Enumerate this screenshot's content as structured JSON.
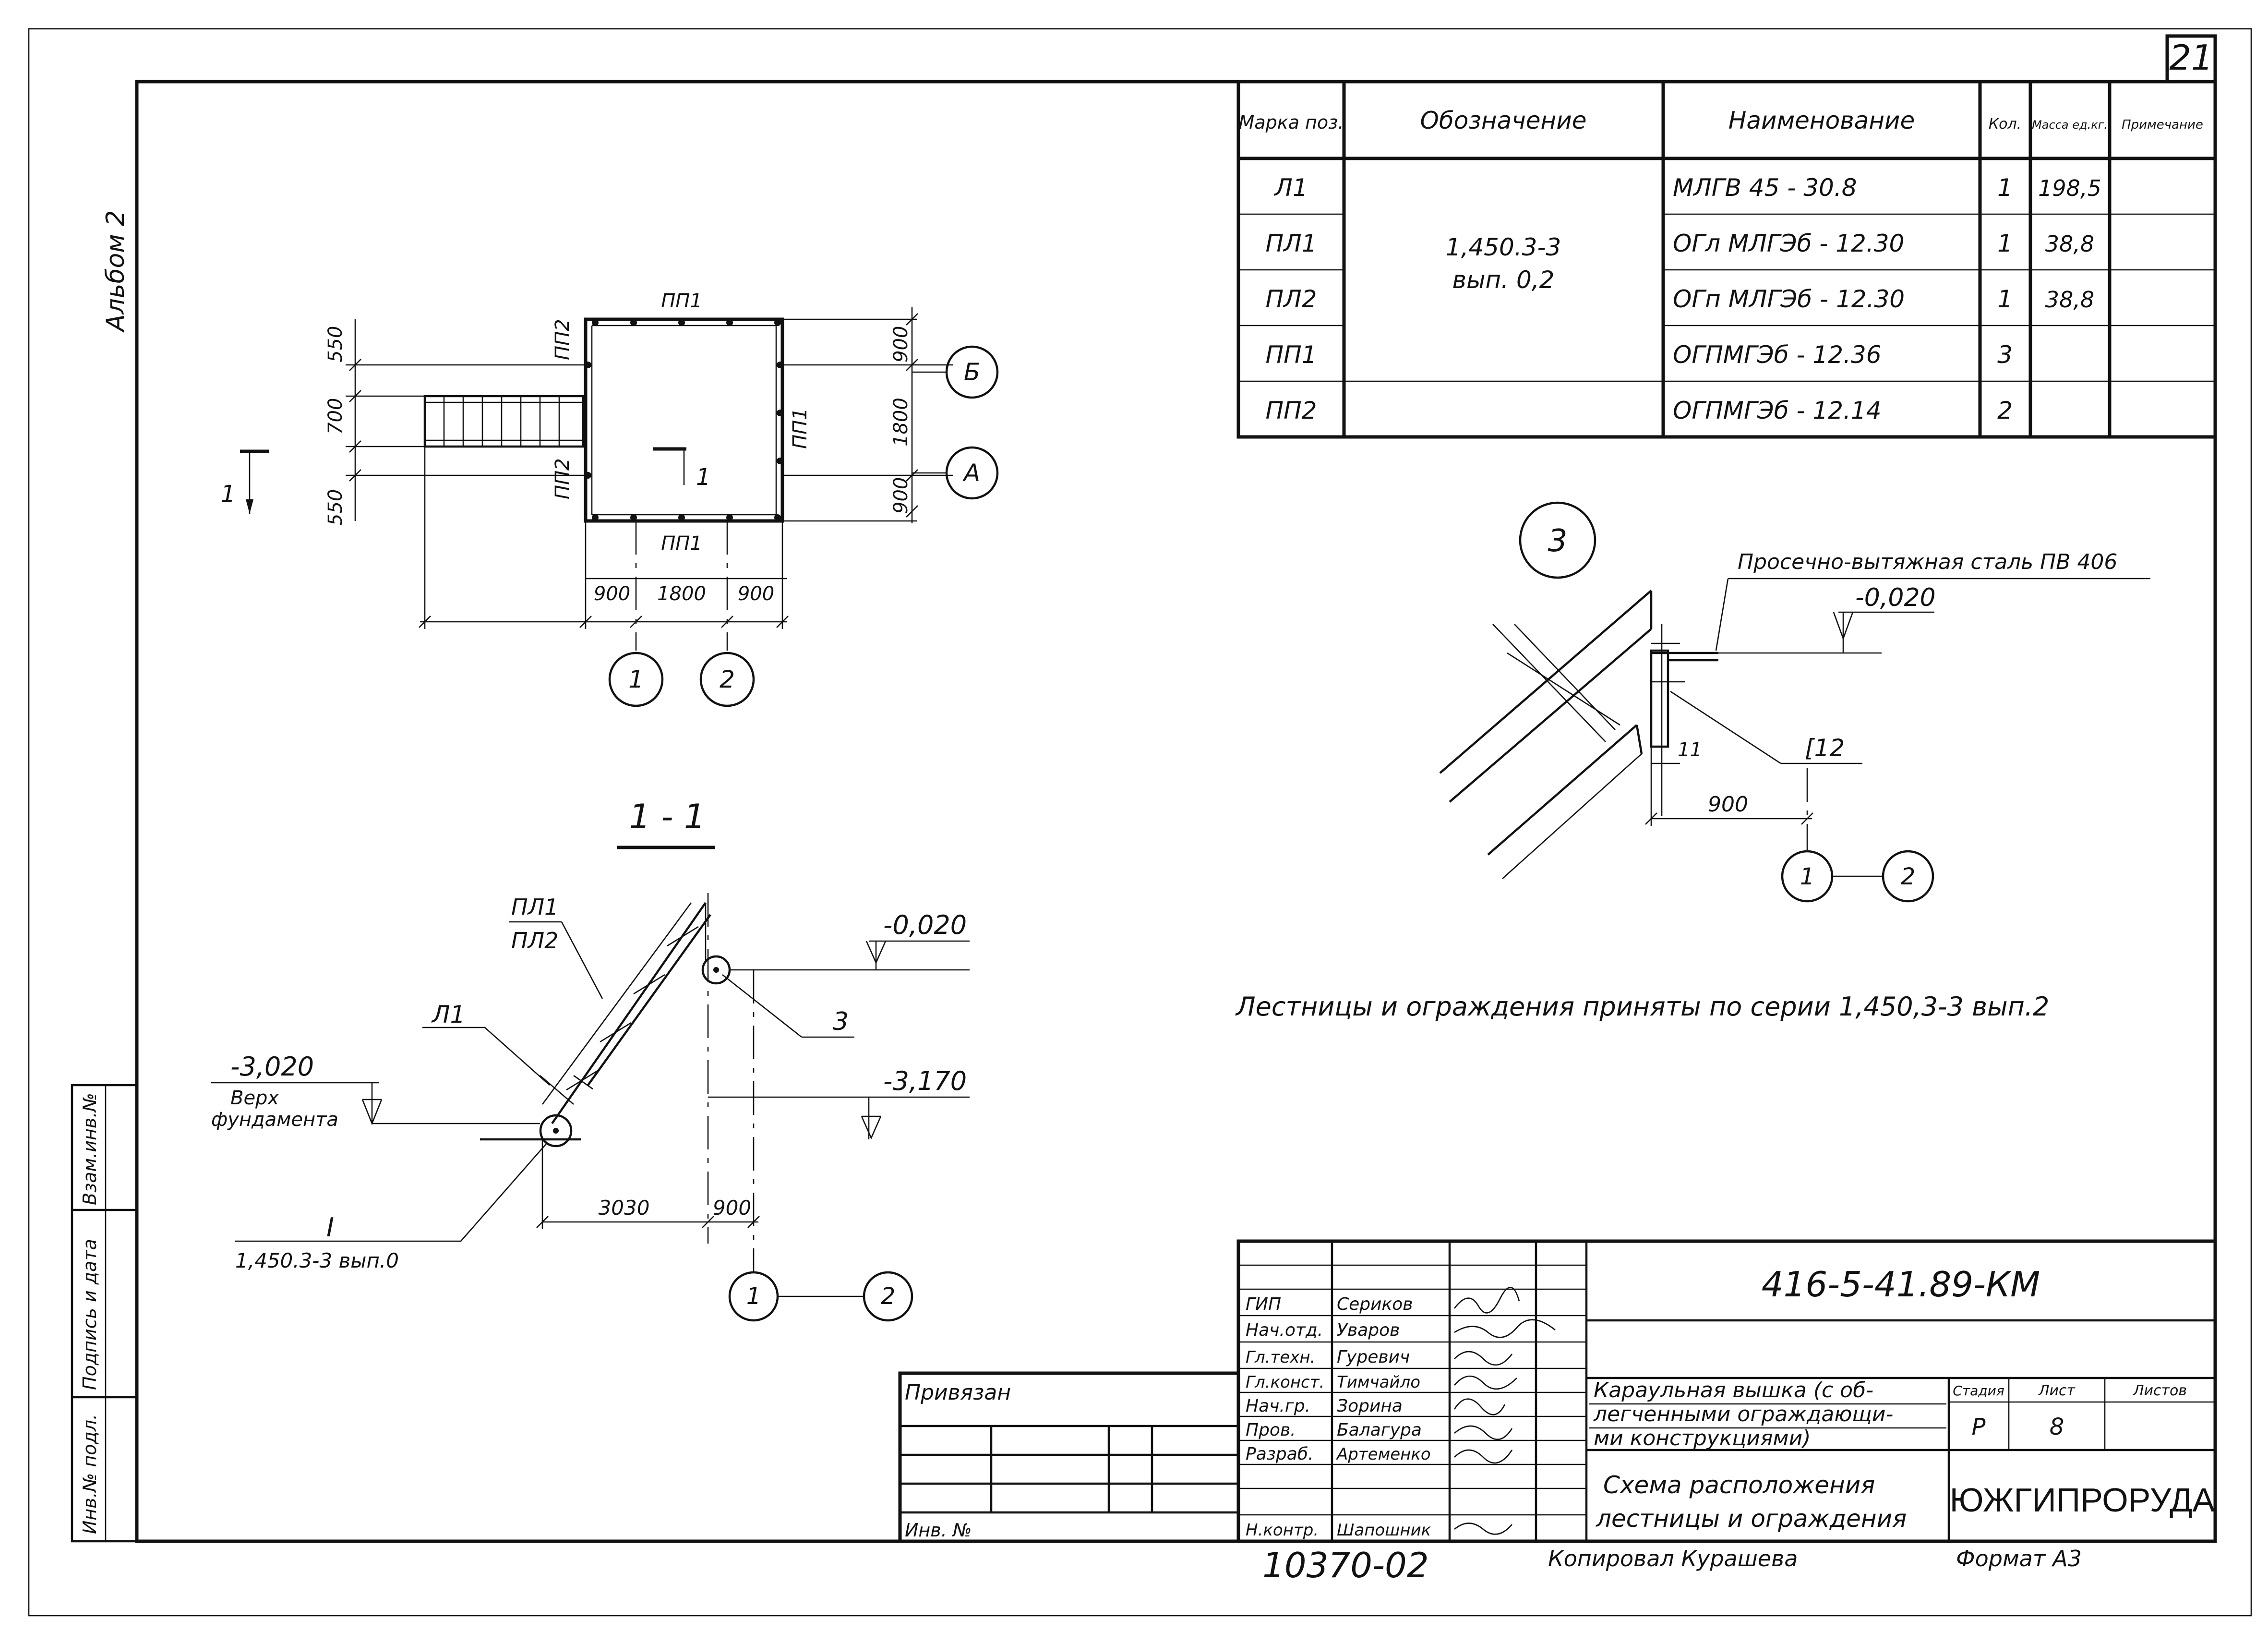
{
  "sheet": {
    "page_number": "21",
    "album": "Альбом 2",
    "tie_in": "Привязан",
    "inv_no": "Инв. №",
    "copied_by": "Копировал Курашева",
    "format": "Формат А3",
    "archive_number": "10370-02",
    "side_stamp": [
      "Инв.№ подл.",
      "Подпись и дата",
      "Взам.инв.№"
    ]
  },
  "spec_table": {
    "headers": [
      "Марка поз.",
      "Обозначение",
      "Наименование",
      "Кол.",
      "Масса ед.кг.",
      "Примечание"
    ],
    "designation": [
      "1,450.3-3",
      "вып. 0,2"
    ],
    "rows": [
      {
        "mark": "Л1",
        "name": "МЛГВ 45 - 30.8",
        "qty": "1",
        "mass": "198,5",
        "note": ""
      },
      {
        "mark": "ПЛ1",
        "name": "ОГл МЛГЭб - 12.30",
        "qty": "1",
        "mass": "38,8",
        "note": ""
      },
      {
        "mark": "ПЛ2",
        "name": "ОГп МЛГЭб - 12.30",
        "qty": "1",
        "mass": "38,8",
        "note": ""
      },
      {
        "mark": "ПП1",
        "name": "ОГПМГЭб - 12.36",
        "qty": "3",
        "mass": "",
        "note": ""
      },
      {
        "mark": "ПП2",
        "name": "ОГПМГЭб - 12.14",
        "qty": "2",
        "mass": "",
        "note": ""
      }
    ]
  },
  "plan": {
    "labels": {
      "top": "ПП1",
      "bottom": "ПП1",
      "right": "ПП1",
      "left_top": "ПП2",
      "left_bottom": "ПП2"
    },
    "dims_left": [
      "550",
      "700",
      "550"
    ],
    "dims_right": [
      "900",
      "1800",
      "900"
    ],
    "dims_bottom": [
      "900",
      "1800",
      "900"
    ],
    "axes_rows": [
      "Б",
      "А"
    ],
    "axes_cols": [
      "1",
      "2"
    ],
    "section_mark": "1"
  },
  "section": {
    "title": "1 - 1",
    "stair_label_top": "ПЛ1",
    "stair_label_bottom": "ПЛ2",
    "stair_mark": "Л1",
    "node_mark": "3",
    "level_top": "-0,020",
    "level_mid": "-3,170",
    "level_base": "-3,020",
    "level_base_note": [
      "Верх",
      "фундамента"
    ],
    "node_ref": "I",
    "node_ref_series": "1,450.3-3 вып.0",
    "dims": [
      "3030",
      "900"
    ],
    "axes": [
      "1",
      "2"
    ]
  },
  "detail": {
    "mark": "3",
    "steel_note": "Просечно-вытяжная сталь ПВ 406",
    "level": "-0,020",
    "profile": "[12",
    "dim_small": "11",
    "dim": "900",
    "axes": [
      "1",
      "2"
    ]
  },
  "note": "Лестницы и ограждения приняты по серии 1,450,3-3 вып.2",
  "title_block": {
    "code": "416-5-41.89-КМ",
    "roles": [
      "ГИП",
      "Нач.отд.",
      "Гл.техн.",
      "Гл.конст.",
      "Нач.гр.",
      "Пров.",
      "Разраб.",
      "Н.контр."
    ],
    "names": [
      "Сериков",
      "Уваров",
      "Гуревич",
      "Тимчайло",
      "Зорина",
      "Балагура",
      "Артеменко",
      "Шапошник"
    ],
    "project": [
      "Караульная вышка (с об-",
      "легченными ограждающи-",
      "ми конструкциями)"
    ],
    "sheet_title": [
      "Схема расположения",
      "лестницы и ограждения"
    ],
    "stage_header": [
      "Стадия",
      "Лист",
      "Листов"
    ],
    "stage": "Р",
    "sheet": "8",
    "sheets": "",
    "org": "ЮЖГИПРОРУДА"
  }
}
